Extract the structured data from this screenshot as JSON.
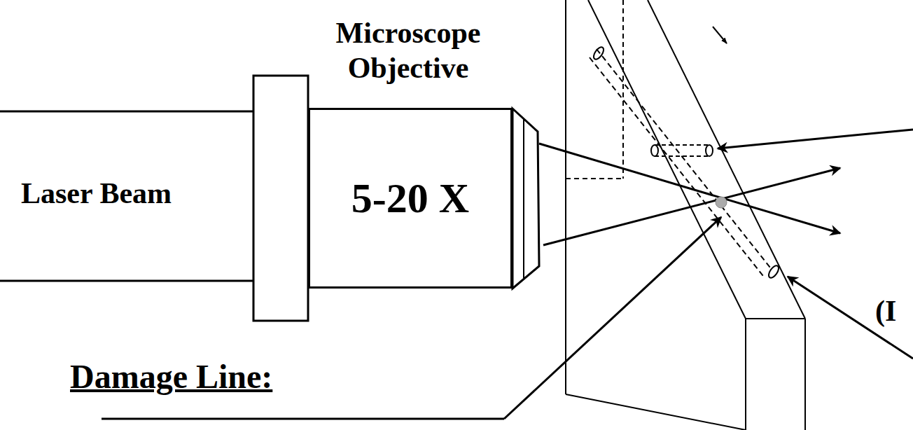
{
  "diagram": {
    "nodes": [
      {
        "text": [
          "5-20 X"
        ]
      }
    ],
    "labels": [
      "Microscope Objective",
      "Laser Beam",
      "Damage Line:",
      "(I"
    ]
  }
}
